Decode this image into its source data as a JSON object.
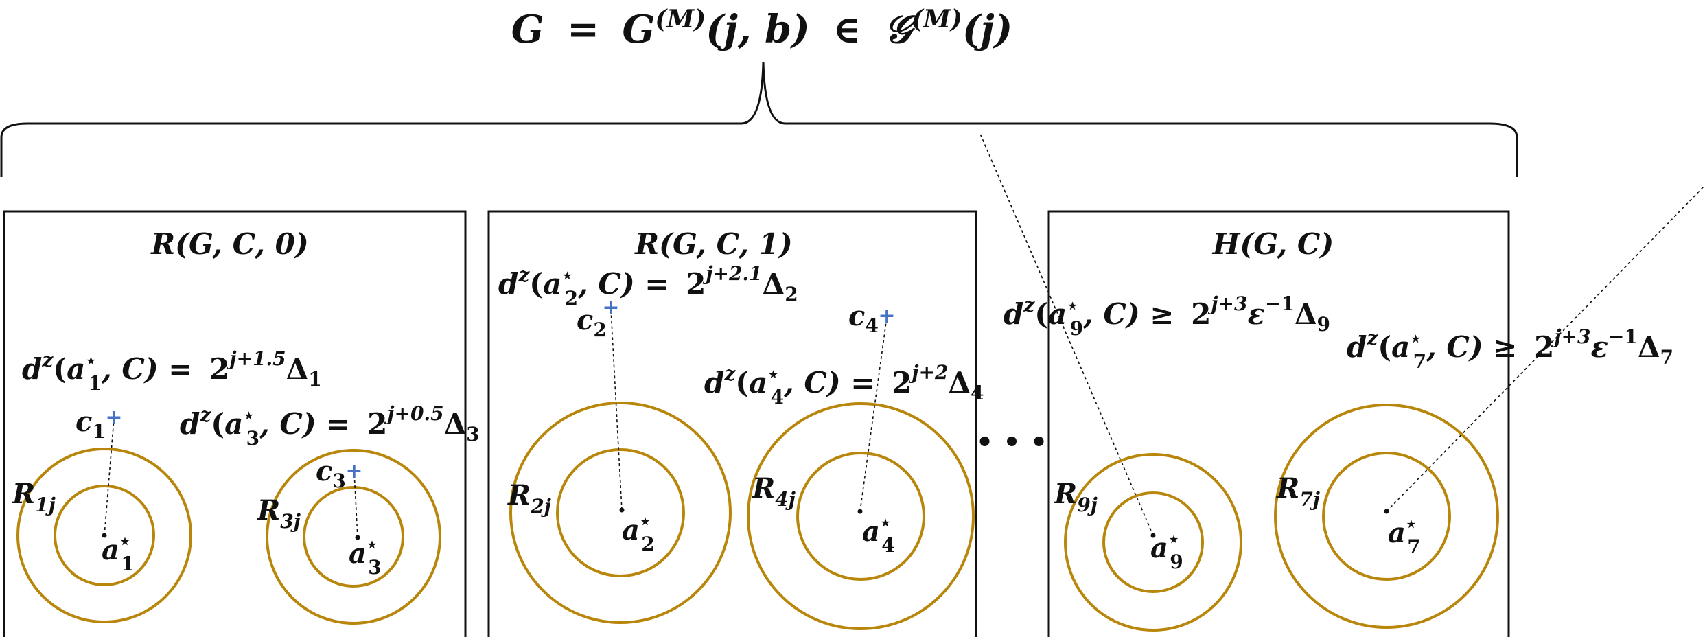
{
  "title": {
    "text": "G = G(M)(j, b) ∈ 𝒢(M)(j)",
    "G": "G",
    "eq": "=",
    "M1": "(M)",
    "args": "(j, b)",
    "in": "∈",
    "calG": "𝒢",
    "M2": "(M)",
    "arg2": "(j)"
  },
  "colors": {
    "ring": "#B8860B",
    "center_marker": "#4472C4",
    "frame": "#111111"
  },
  "ellipsis": "• • •",
  "panels": [
    {
      "label": "R(G, C, 0)",
      "rings": [
        {
          "region": "R",
          "region_sub": "1j",
          "point": "a",
          "point_sup": "⋆",
          "point_sub": "1",
          "center": "c",
          "center_sub": "1",
          "distance": {
            "lhs": "d",
            "lhs_sup": "z",
            "arg": "a",
            "arg_sup": "⋆",
            "arg_sub": "1",
            "rest": ", C) =",
            "rhs": "2",
            "rhs_sup": "j+1.5",
            "delta": "Δ",
            "delta_sub": "1"
          }
        },
        {
          "region": "R",
          "region_sub": "3j",
          "point": "a",
          "point_sup": "⋆",
          "point_sub": "3",
          "center": "c",
          "center_sub": "3",
          "distance": {
            "lhs": "d",
            "lhs_sup": "z",
            "arg": "a",
            "arg_sup": "⋆",
            "arg_sub": "3",
            "rest": ", C) =",
            "rhs": "2",
            "rhs_sup": "j+0.5",
            "delta": "Δ",
            "delta_sub": "3"
          }
        }
      ]
    },
    {
      "label": "R(G, C, 1)",
      "rings": [
        {
          "region": "R",
          "region_sub": "2j",
          "point": "a",
          "point_sup": "⋆",
          "point_sub": "2",
          "center": "c",
          "center_sub": "2",
          "distance": {
            "lhs": "d",
            "lhs_sup": "z",
            "arg": "a",
            "arg_sup": "⋆",
            "arg_sub": "2",
            "rest": ", C) =",
            "rhs": "2",
            "rhs_sup": "j+2.1",
            "delta": "Δ",
            "delta_sub": "2"
          }
        },
        {
          "region": "R",
          "region_sub": "4j",
          "point": "a",
          "point_sup": "⋆",
          "point_sub": "4",
          "center": "c",
          "center_sub": "4",
          "distance": {
            "lhs": "d",
            "lhs_sup": "z",
            "arg": "a",
            "arg_sup": "⋆",
            "arg_sub": "4",
            "rest": ", C) =",
            "rhs": "2",
            "rhs_sup": "j+2",
            "delta": "Δ",
            "delta_sub": "4"
          }
        }
      ]
    },
    {
      "label": "H(G, C)",
      "rings": [
        {
          "region": "R",
          "region_sub": "9j",
          "point": "a",
          "point_sup": "⋆",
          "point_sub": "9",
          "distance": {
            "lhs": "d",
            "lhs_sup": "z",
            "arg": "a",
            "arg_sup": "⋆",
            "arg_sub": "9",
            "rest": ", C) ≥",
            "rhs": "2",
            "rhs_sup": "j+3",
            "eps": "ε",
            "eps_sup": "−1",
            "delta": "Δ",
            "delta_sub": "9"
          }
        },
        {
          "region": "R",
          "region_sub": "7j",
          "point": "a",
          "point_sup": "⋆",
          "point_sub": "7",
          "distance": {
            "lhs": "d",
            "lhs_sup": "z",
            "arg": "a",
            "arg_sup": "⋆",
            "arg_sub": "7",
            "rest": ", C) ≥",
            "rhs": "2",
            "rhs_sup": "j+3",
            "eps": "ε",
            "eps_sup": "−1",
            "delta": "Δ",
            "delta_sub": "7"
          }
        }
      ]
    }
  ]
}
